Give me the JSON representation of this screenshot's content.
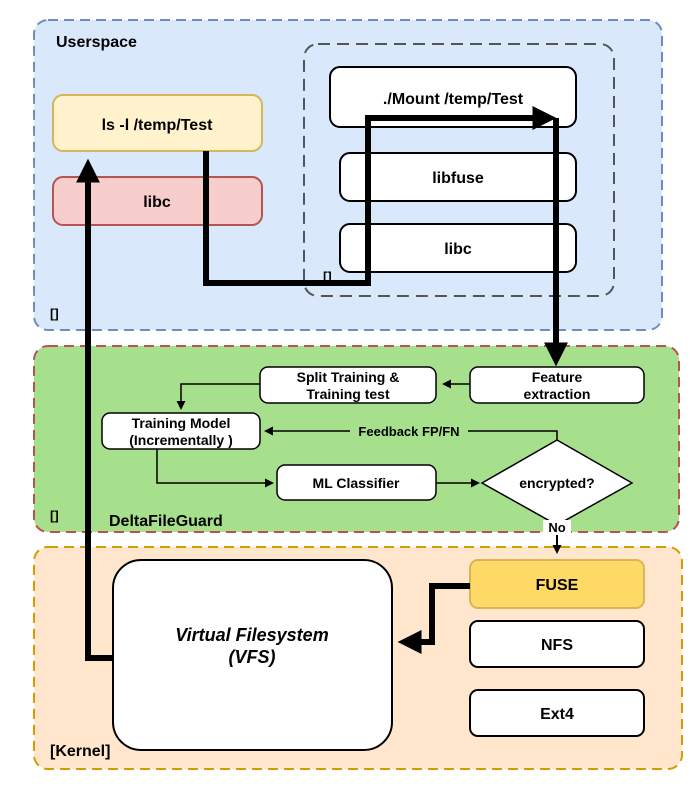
{
  "regions": {
    "userspace": {
      "label": "Userspace",
      "corner_mark": "[]",
      "fill": "#dae8fc",
      "stroke": "#6c8ebf"
    },
    "deltafileguard": {
      "label": "DeltaFileGuard",
      "corner_mark": "[]",
      "fill": "#a6e08d",
      "stroke": "#b85450"
    },
    "kernel": {
      "label": "[Kernel]",
      "fill": "#ffe6cc",
      "stroke": "#d79b00"
    }
  },
  "userspace": {
    "ls_command": "ls -l /temp/Test",
    "libc_left": "libc",
    "mount_command": "./Mount /temp/Test",
    "libfuse": "libfuse",
    "libc_right": "libc",
    "path_mark": "[]"
  },
  "dfg": {
    "feature_extraction": [
      "Feature",
      "extraction"
    ],
    "split_training": [
      "Split Training &",
      "Training test"
    ],
    "training_model": [
      "Training Model",
      "(Incrementally )"
    ],
    "ml_classifier": "ML Classifier",
    "decision": "encrypted?",
    "feedback_label": "Feedback FP/FN",
    "no_label": "No"
  },
  "kernel": {
    "vfs": [
      "Virtual Filesystem",
      "(VFS)"
    ],
    "fuse": "FUSE",
    "nfs": "NFS",
    "ext4": "Ext4"
  },
  "colors": {
    "ls_fill": "#fff2cc",
    "ls_stroke": "#d6b656",
    "libc_fill": "#f8cecc",
    "libc_stroke": "#b85450",
    "fuse_fill": "#ffd966",
    "fuse_stroke": "#d6b656"
  }
}
